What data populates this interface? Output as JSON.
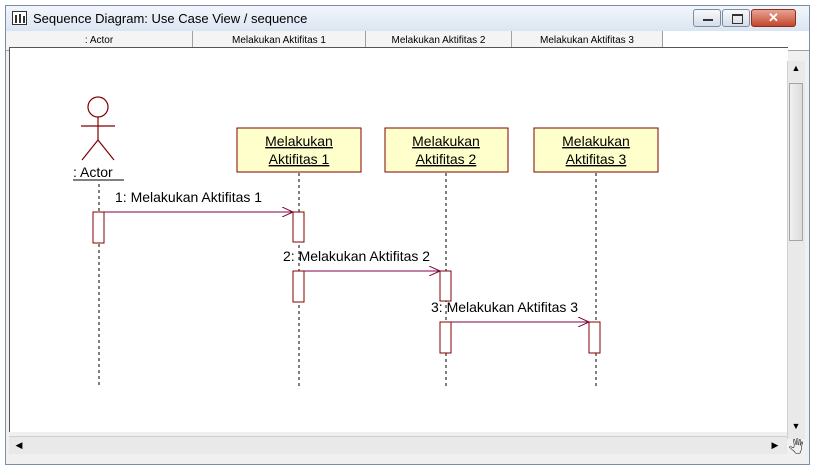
{
  "window": {
    "title": "Sequence Diagram: Use Case View / sequence",
    "minimize_glyph": "",
    "maximize_glyph": "",
    "close_glyph": "✕"
  },
  "header": {
    "columns": [
      ": Actor",
      "Melakukan Aktifitas 1",
      "Melakukan Aktifitas 2",
      "Melakukan Aktifitas 3"
    ]
  },
  "diagram": {
    "actor": {
      "label": ": Actor",
      "icon": "stick-figure-icon"
    },
    "objects": [
      {
        "line1": "Melakukan",
        "line2": "Aktifitas 1"
      },
      {
        "line1": "Melakukan",
        "line2": "Aktifitas 2"
      },
      {
        "line1": "Melakukan",
        "line2": "Aktifitas 3"
      }
    ],
    "messages": [
      {
        "label": "1: Melakukan Aktifitas 1"
      },
      {
        "label": "2: Melakukan Aktifitas 2"
      },
      {
        "label": "3: Melakukan Aktifitas 3"
      }
    ],
    "colors": {
      "object_fill": "#ffffcc",
      "object_border": "#800000",
      "message_line": "#800040"
    }
  },
  "scrollbars": {
    "up_icon": "▲",
    "down_icon": "▼",
    "left_icon": "◀",
    "right_icon": "▶",
    "hand_icon": "🖑"
  }
}
